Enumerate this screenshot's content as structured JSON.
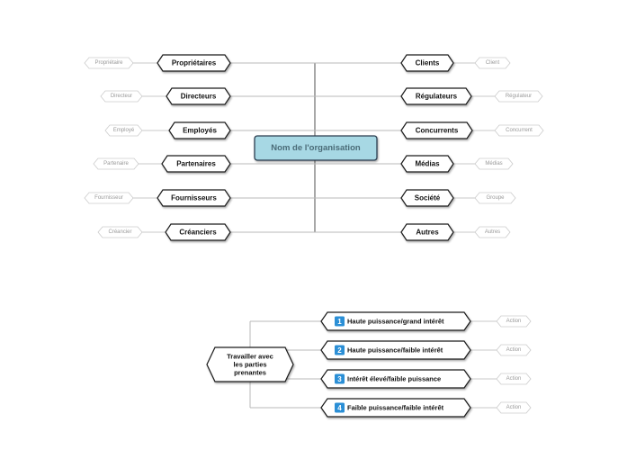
{
  "map1": {
    "center": "Nom de l'organisation",
    "left": [
      {
        "label": "Propriétaires",
        "sub": "Propriétaire"
      },
      {
        "label": "Directeurs",
        "sub": "Directeur"
      },
      {
        "label": "Employés",
        "sub": "Employé"
      },
      {
        "label": "Partenaires",
        "sub": "Partenaire"
      },
      {
        "label": "Fournisseurs",
        "sub": "Fournisseur"
      },
      {
        "label": "Créanciers",
        "sub": "Créancier"
      }
    ],
    "right": [
      {
        "label": "Clients",
        "sub": "Client"
      },
      {
        "label": "Régulateurs",
        "sub": "Régulateur"
      },
      {
        "label": "Concurrents",
        "sub": "Concurrent"
      },
      {
        "label": "Médias",
        "sub": "Médias"
      },
      {
        "label": "Société",
        "sub": "Groupe"
      },
      {
        "label": "Autres",
        "sub": "Autres"
      }
    ]
  },
  "map2": {
    "root": [
      "Travailler avec",
      "les parties",
      "prenantes"
    ],
    "items": [
      {
        "badge": "1",
        "label": "Haute puissance/grand intérêt",
        "sub": "Action"
      },
      {
        "badge": "2",
        "label": "Haute puissance/faible intérêt",
        "sub": "Action"
      },
      {
        "badge": "3",
        "label": "Intérêt élevé/faible puissance",
        "sub": "Action"
      },
      {
        "badge": "4",
        "label": "Faible puissance/faible intérêt",
        "sub": "Action"
      }
    ]
  },
  "colors": {
    "center_fill": "#a7d8e4",
    "center_stroke": "#2c3e50",
    "badge": "#2b8fd6",
    "line": "#b8b8b8",
    "trunk": "#8c8c8c",
    "sub_stroke": "#cccccc"
  }
}
